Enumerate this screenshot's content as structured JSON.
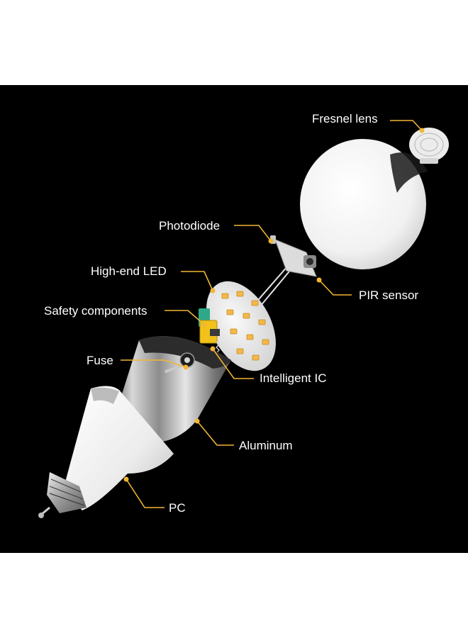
{
  "colors": {
    "background": "#000000",
    "label_text": "#ffffff",
    "leader_line": "#f2b534",
    "leader_dot": "#f2b534"
  },
  "callouts": {
    "fresnel_lens": "Fresnel lens",
    "photodiode": "Photodiode",
    "high_end_led": "High-end LED",
    "safety_components": "Safety components",
    "fuse": "Fuse",
    "pir_sensor": "PIR sensor",
    "intelligent_ic": "Intelligent IC",
    "aluminum": "Aluminum",
    "pc": "PC"
  }
}
